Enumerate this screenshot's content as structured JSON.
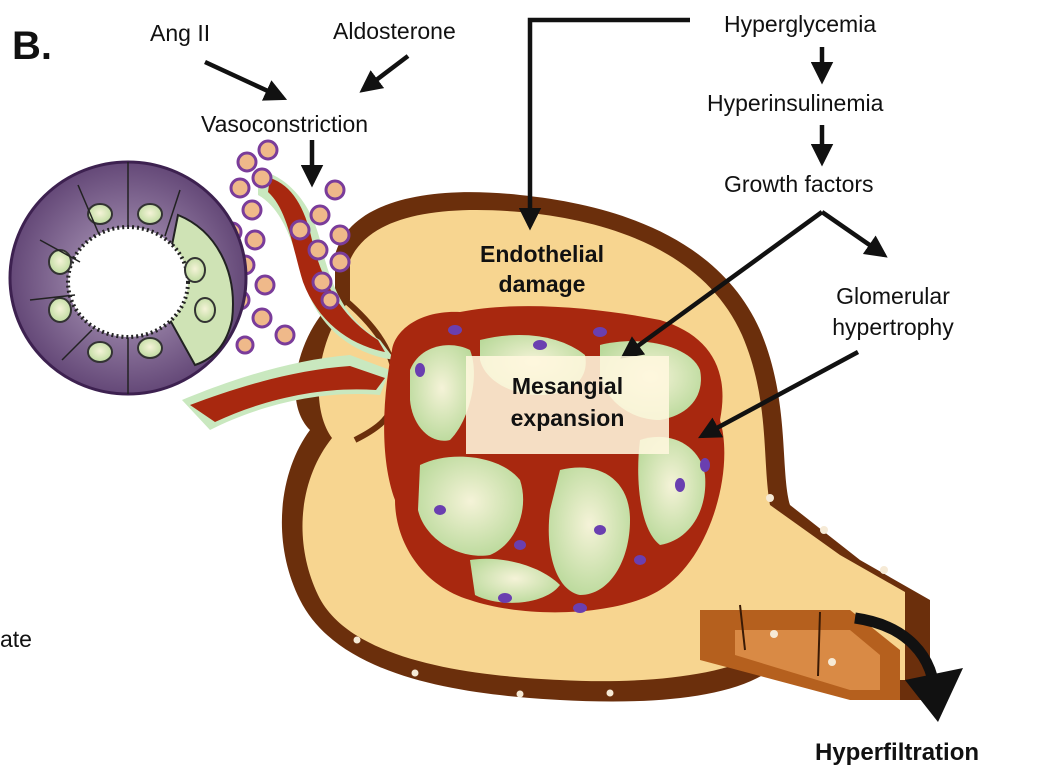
{
  "panel_label": "B.",
  "labels": {
    "ang_ii": "Ang II",
    "aldosterone": "Aldosterone",
    "vasoconstriction": "Vasoconstriction",
    "hyperglycemia": "Hyperglycemia",
    "hyperinsulinemia": "Hyperinsulinemia",
    "growth_factors": "Growth factors",
    "endothelial_damage_line1": "Endothelial",
    "endothelial_damage_line2": "damage",
    "glomerular_hypertrophy_line1": "Glomerular",
    "glomerular_hypertrophy_line2": "hypertrophy",
    "mesangial_expansion_line1": "Mesangial",
    "mesangial_expansion_line2": "expansion",
    "cropped_left_text": "ate",
    "hyperfiltration": "Hyperfiltration"
  },
  "colors": {
    "capsule_fill": "#f7d590",
    "capsule_outline": "#6b2f0c",
    "capillary": "#a8280f",
    "mesangial_cell": "#cfe3b5",
    "podocyte_purple": "#7a3c9a",
    "tubule_brown": "#b5601e",
    "macula_densa_purple": "#8a7098",
    "arrow": "#111111"
  }
}
